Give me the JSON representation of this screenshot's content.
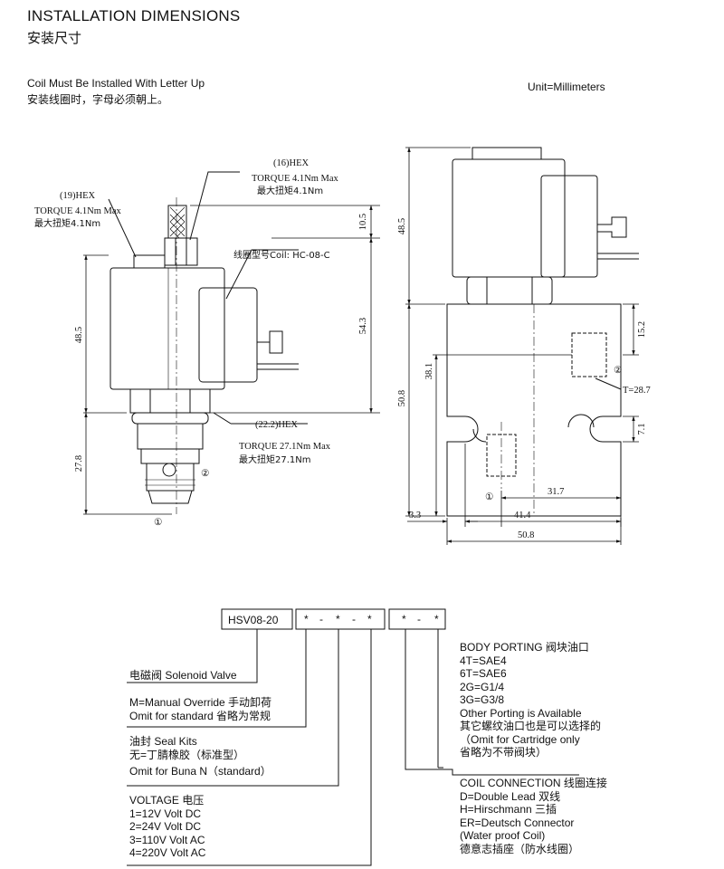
{
  "header": {
    "title_en": "INSTALLATION DIMENSIONS",
    "title_cn": "安装尺寸",
    "note_en": "Coil Must Be Installed With Letter Up",
    "note_cn": "安装线圈时，字母必须朝上。",
    "unit": "Unit=Millimeters"
  },
  "side_view": {
    "hex19": "(19)HEX",
    "hex19_torque": "TORQUE 4.1Nm Max",
    "hex19_torque_cn": "最大扭矩4.1Nm",
    "hex16": "(16)HEX",
    "hex16_torque": "TORQUE 4.1Nm Max",
    "hex16_torque_cn": "最大扭矩4.1Nm",
    "coil_model": "线圈型号Coil: HC-08-C",
    "dim_top": "10.5",
    "dim_coil": "48.5",
    "dim_total": "54.3",
    "dim_bottom": "27.8",
    "hex22": "(22.2)HEX",
    "hex22_torque": "TORQUE 27.1Nm Max",
    "hex22_torque_cn": "最大扭矩27.1Nm",
    "port1": "①",
    "port2": "②"
  },
  "front_view": {
    "dim_coil": "48.5",
    "dim_152": "15.2",
    "dim_381": "38.1",
    "dim_508v": "50.8",
    "thread": "T=28.7",
    "dim_71": "7.1",
    "dim_317": "31.7",
    "dim_33": "3.3",
    "dim_414": "41.4",
    "dim_508h": "50.8",
    "port1": "①",
    "port2": "②"
  },
  "ordering_code": {
    "model": "HSV08-20",
    "placeholder": "*",
    "dash": "-",
    "valve_type": "电磁阀 Solenoid Valve",
    "override": [
      "M=Manual Override 手动卸荷",
      "Omit for standard  省略为常规"
    ],
    "seals": [
      "油封 Seal Kits",
      "无=丁腈橡胶（标准型）",
      "Omit for  Buna N（standard）"
    ],
    "voltage": [
      "VOLTAGE  电压",
      "1=12V Volt DC",
      "2=24V Volt DC",
      "3=110V Volt AC",
      "4=220V Volt AC"
    ],
    "porting": [
      "BODY PORTING 阀块油口",
      "4T=SAE4",
      "6T=SAE6",
      "2G=G1/4",
      "3G=G3/8",
      "Other Porting is Available",
      "其它螺纹油口也是可以选择的",
      "（Omit for Cartridge only",
      "省略为不带阀块）"
    ],
    "coil": [
      "COIL CONNECTION 线圈连接",
      "D=Double Lead 双线",
      "H=Hirschmann 三插",
      "ER=Deutsch Connector",
      "(Water proof Coil)",
      "德意志插座（防水线圈）"
    ]
  }
}
